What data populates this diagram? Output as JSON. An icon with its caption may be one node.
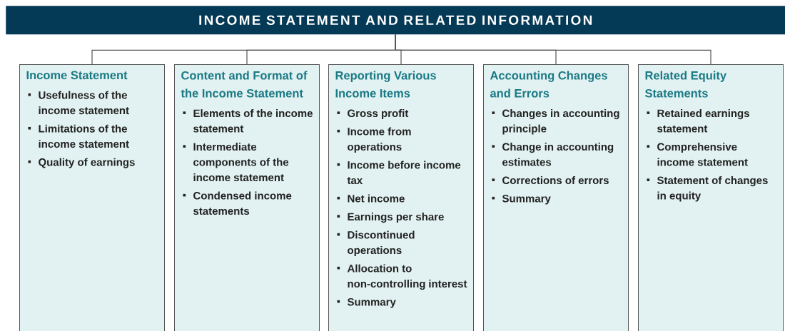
{
  "diagram": {
    "nodes": [
      {
        "text": [
          "INCOME STATEMENT AND RELATED INFORMATION"
        ]
      },
      {
        "text": [
          "Income Statement",
          "Usefulness of the income statement",
          "Limitations of the income statement",
          "Quality of earnings"
        ]
      },
      {
        "text": [
          "Content and Format of the Income Statement",
          "Elements of the income statement",
          "Intermediate components of the income statement",
          "Condensed income statements"
        ]
      },
      {
        "text": [
          "Reporting Various Income Items",
          "Gross profit",
          "Income from operations",
          "Income before income tax",
          "Net income",
          "Earnings per share",
          "Discontinued operations",
          "Allocation to non-controlling interest",
          "Summary"
        ]
      },
      {
        "text": [
          "Accounting Changes and Errors",
          "Changes in accounting principle",
          "Change in accounting estimates",
          "Corrections of errors",
          "Summary"
        ]
      },
      {
        "text": [
          "Related Equity Statements",
          "Retained earnings statement",
          "Comprehensive income statement",
          "Statement of changes in equity"
        ]
      }
    ],
    "edges": [
      {
        "from": 0,
        "to": 1,
        "arrow": "none"
      },
      {
        "from": 0,
        "to": 2,
        "arrow": "none"
      },
      {
        "from": 0,
        "to": 3,
        "arrow": "none"
      },
      {
        "from": 0,
        "to": 4,
        "arrow": "none"
      },
      {
        "from": 0,
        "to": 5,
        "arrow": "none"
      }
    ]
  }
}
